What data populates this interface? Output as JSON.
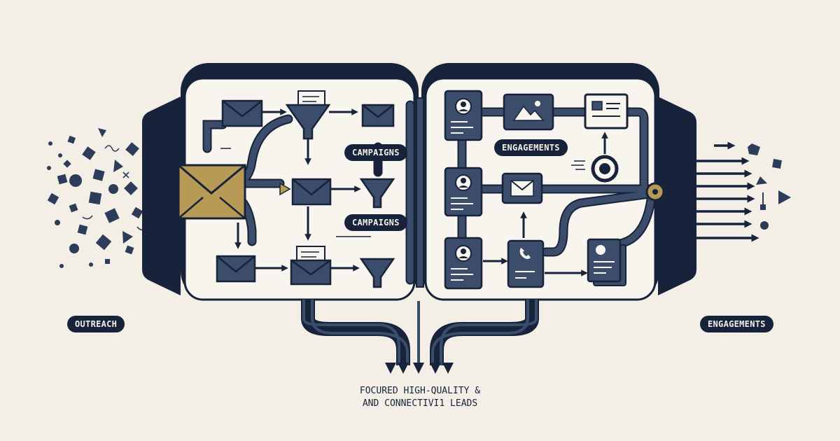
{
  "labels": {
    "outreach": "OUTREACH",
    "engagements_side": "ENGAGEMENTS",
    "campaigns_top": "CAMPAIGNS",
    "campaigns_mid": "CAMPAIGNS",
    "engagements_panel": "ENGAGEMENTS",
    "caption_line1": "FOCURED HIGH-QUALITY &",
    "caption_line2": "AND CONNECTIVI1 LEADS"
  },
  "colors": {
    "background": "#f3efe7",
    "navy": "#16233a",
    "slate": "#3c4d6b",
    "gold": "#b79a55",
    "panel": "#f8f5ee"
  },
  "icons": {
    "envelope": "envelope-icon",
    "funnel": "funnel-icon",
    "profile": "profile-card-icon",
    "image": "image-icon",
    "phone": "phone-icon",
    "document": "document-icon"
  }
}
